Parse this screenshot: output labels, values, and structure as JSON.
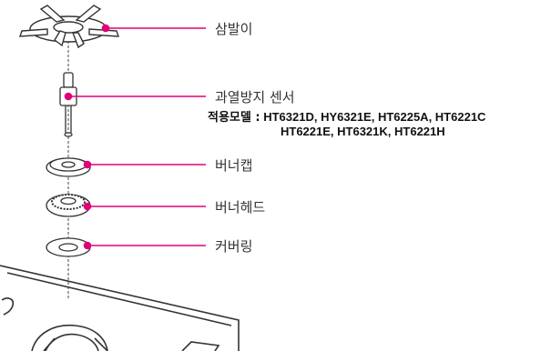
{
  "parts": [
    {
      "id": "burner-grate",
      "label": "삼발이"
    },
    {
      "id": "overheat-sensor",
      "label": "과열방지 센서"
    },
    {
      "id": "burner-cap",
      "label": "버너캡"
    },
    {
      "id": "burner-head",
      "label": "버너헤드"
    },
    {
      "id": "cover-ring",
      "label": "커버링"
    }
  ],
  "models": {
    "title": "적용모델 :",
    "line1": "HT6321D, HY6321E, HT6225A, HT6221C",
    "line2": "HT6221E, HT6321K, HT6221H"
  },
  "colors": {
    "leader_line": "#e0007a",
    "leader_dot": "#e0007a",
    "outline": "#333333"
  }
}
